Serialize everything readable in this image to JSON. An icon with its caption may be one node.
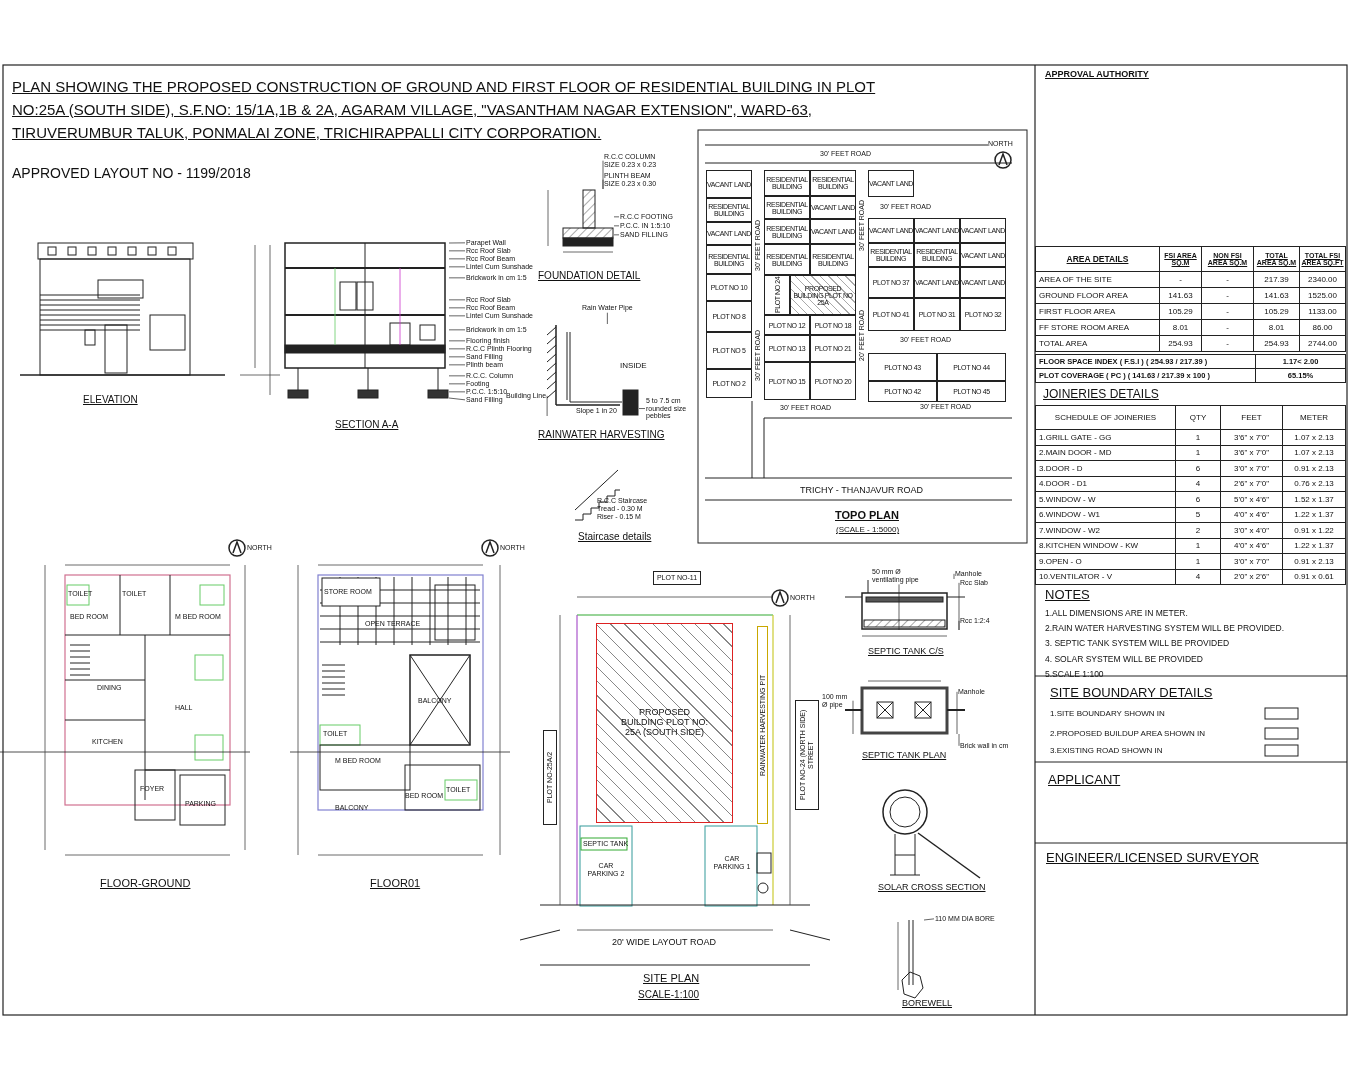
{
  "diagram": {
    "title": "PLAN SHOWING THE PROPOSED CONSTRUCTION OF GROUND AND FIRST FLOOR  OF RESIDENTIAL BUILDING IN PLOT NO:25A (SOUTH SIDE), S.F.NO: 15/1A,1B & 2A, AGARAM VILLAGE, \"VASANTHAM NAGAR EXTENSION\",  WARD-63, TIRUVERUMBUR TALUK, PONMALAI ZONE, TRICHIRAPPALLI CITY CORPORATION.",
    "nodes": [
      {
        "text": [
          "Parapet Wall"
        ]
      },
      {
        "text": [
          "Rcc Roof Slab"
        ]
      },
      {
        "text": [
          "Rcc Roof Beam"
        ]
      },
      {
        "text": [
          "Lintel Cum Sunshade"
        ]
      },
      {
        "text": [
          "Brickwork in cm 1:5"
        ]
      },
      {
        "text": [
          "Rcc Roof Slab"
        ]
      },
      {
        "text": [
          "Rcc Roof Beam"
        ]
      },
      {
        "text": [
          "Lintel Cum Sunshade"
        ]
      },
      {
        "text": [
          "Brickwork in cm 1:5"
        ]
      },
      {
        "text": [
          "Flooring finish"
        ]
      },
      {
        "text": [
          "R.C.C Plinth Flooring"
        ]
      },
      {
        "text": [
          "Sand Filling"
        ]
      },
      {
        "text": [
          "Plinth beam"
        ]
      },
      {
        "text": [
          "R.C.C. Column"
        ]
      },
      {
        "text": [
          "Footing"
        ]
      },
      {
        "text": [
          "P.C.C. 1:5:10"
        ]
      },
      {
        "text": [
          "Sand Filling"
        ]
      },
      {
        "text": [
          "R.C.C COLUMN SIZE 0.23 x 0.23"
        ]
      },
      {
        "text": [
          "PLINTH BEAM SIZE 0.23 x 0.30"
        ]
      },
      {
        "text": [
          "R.C.C FOOTING"
        ]
      },
      {
        "text": [
          "P.C.C. IN 1:5:10"
        ]
      },
      {
        "text": [
          "SAND FILLING"
        ]
      },
      {
        "text": [
          "Rain Water Pipe"
        ]
      },
      {
        "text": [
          "Building Line"
        ]
      },
      {
        "text": [
          "5 to 7.5 cm rounded size pebbles"
        ]
      },
      {
        "text": [
          "Manhole"
        ]
      },
      {
        "text": [
          "Rcc Slab"
        ]
      },
      {
        "text": [
          "Rcc 1:2:4"
        ]
      },
      {
        "text": [
          "50 mm Ø ventilating pipe"
        ]
      },
      {
        "text": [
          "Manhole"
        ]
      },
      {
        "text": [
          "100 mm Ø pipe"
        ]
      },
      {
        "text": [
          "Brick wall in cm"
        ]
      },
      {
        "text": [
          "110 MM DIA BORE"
        ]
      },
      {
        "text": [
          "PLOT NO-11"
        ]
      },
      {
        "text": [
          "PROPOSED BUILDING PLOT NO: 25A (SOUTH SIDE)"
        ]
      },
      {
        "text": [
          "RAINWATER HARVESTING PIT"
        ]
      },
      {
        "text": [
          "PLOT NO-25A/2"
        ]
      },
      {
        "text": [
          "PLOT NO-24 (NORTH SIDE) STREET"
        ]
      },
      {
        "text": [
          "VACANT LAND"
        ]
      },
      {
        "text": [
          "RESIDENTIAL BUILDING"
        ]
      },
      {
        "text": [
          "VACANT LAND"
        ]
      },
      {
        "text": [
          "RESIDENTIAL BUILDING"
        ]
      },
      {
        "text": [
          "PLOT NO 10"
        ]
      },
      {
        "text": [
          "PLOT NO 8"
        ]
      },
      {
        "text": [
          "PLOT NO 5"
        ]
      },
      {
        "text": [
          "PLOT NO 2"
        ]
      },
      {
        "text": [
          "RESIDENTIAL BUILDING"
        ]
      },
      {
        "text": [
          "RESIDENTIAL BUILDING"
        ]
      },
      {
        "text": [
          "RESIDENTIAL BUILDING"
        ]
      },
      {
        "text": [
          "VACANT LAND"
        ]
      },
      {
        "text": [
          "RESIDENTIAL BUILDING"
        ]
      },
      {
        "text": [
          "VACANT LAND"
        ]
      },
      {
        "text": [
          "RESIDENTIAL BUILDING"
        ]
      },
      {
        "text": [
          "RESIDENTIAL BUILDING"
        ]
      },
      {
        "text": [
          "PLOT NO 24"
        ]
      },
      {
        "text": [
          "PROPOSED BUILDING PLOT NO 25A"
        ]
      },
      {
        "text": [
          "PLOT NO 12"
        ]
      },
      {
        "text": [
          "PLOT NO 18"
        ]
      },
      {
        "text": [
          "PLOT NO 13"
        ]
      },
      {
        "text": [
          "PLOT NO 21"
        ]
      },
      {
        "text": [
          "PLOT NO 15"
        ]
      },
      {
        "text": [
          "PLOT NO 20"
        ]
      },
      {
        "text": [
          "VACANT LAND"
        ]
      },
      {
        "text": [
          "VACANT LAND"
        ]
      },
      {
        "text": [
          "VACANT LAND"
        ]
      },
      {
        "text": [
          "VACANT LAND"
        ]
      },
      {
        "text": [
          "RESIDENTIAL BUILDING"
        ]
      },
      {
        "text": [
          "RESIDENTIAL BUILDING"
        ]
      },
      {
        "text": [
          "VACANT LAND"
        ]
      },
      {
        "text": [
          "PLOT NO 37"
        ]
      },
      {
        "text": [
          "VACANT LAND"
        ]
      },
      {
        "text": [
          "VACANT LAND"
        ]
      },
      {
        "text": [
          "PLOT NO 41"
        ]
      },
      {
        "text": [
          "PLOT NO 31"
        ]
      },
      {
        "text": [
          "PLOT NO 32"
        ]
      },
      {
        "text": [
          "PLOT NO 43"
        ]
      },
      {
        "text": [
          "PLOT NO 44"
        ]
      },
      {
        "text": [
          "PLOT NO 42"
        ]
      },
      {
        "text": [
          "PLOT NO 45"
        ]
      },
      {
        "text": [],
        "shape": "picture"
      },
      {
        "text": [],
        "shape": "picture"
      },
      {
        "text": [],
        "shape": "picture"
      },
      {
        "text": [],
        "shape": "picture"
      },
      {
        "text": [],
        "shape": "picture"
      },
      {
        "text": [],
        "shape": "picture"
      }
    ],
    "edges": [
      {
        "from": 0,
        "to": 79,
        "arrow": "none"
      },
      {
        "from": 1,
        "to": 79,
        "arrow": "none"
      },
      {
        "from": 2,
        "to": 79,
        "arrow": "none"
      },
      {
        "from": 3,
        "to": 79,
        "arrow": "none"
      },
      {
        "from": 4,
        "to": 79,
        "arrow": "none"
      },
      {
        "from": 5,
        "to": 79,
        "arrow": "none"
      },
      {
        "from": 6,
        "to": 79,
        "arrow": "none"
      },
      {
        "from": 7,
        "to": 79,
        "arrow": "none"
      },
      {
        "from": 8,
        "to": 79,
        "arrow": "none"
      },
      {
        "from": 9,
        "to": 79,
        "arrow": "none"
      },
      {
        "from": 10,
        "to": 79,
        "arrow": "none"
      },
      {
        "from": 11,
        "to": 79,
        "arrow": "none"
      },
      {
        "from": 12,
        "to": 79,
        "arrow": "none"
      },
      {
        "from": 13,
        "to": 79,
        "arrow": "none"
      },
      {
        "from": 14,
        "to": 79,
        "arrow": "none"
      },
      {
        "from": 15,
        "to": 79,
        "arrow": "none"
      },
      {
        "from": 16,
        "to": 79,
        "arrow": "none"
      },
      {
        "from": 17,
        "to": 80,
        "arrow": "none"
      },
      {
        "from": 18,
        "to": 80,
        "arrow": "none"
      },
      {
        "from": 19,
        "to": 80,
        "arrow": "none"
      },
      {
        "from": 20,
        "to": 80,
        "arrow": "none"
      },
      {
        "from": 21,
        "to": 80,
        "arrow": "none"
      },
      {
        "from": 22,
        "to": 81,
        "arrow": "none"
      },
      {
        "from": 23,
        "to": 81,
        "arrow": "none"
      },
      {
        "from": 24,
        "to": 81,
        "arrow": "none"
      },
      {
        "from": 25,
        "to": 82,
        "arrow": "none"
      },
      {
        "from": 26,
        "to": 82,
        "arrow": "none"
      },
      {
        "from": 27,
        "to": 82,
        "arrow": "none"
      },
      {
        "from": 28,
        "to": 82,
        "arrow": "none"
      },
      {
        "from": 29,
        "to": 83,
        "arrow": "none"
      },
      {
        "from": 30,
        "to": 83,
        "arrow": "none"
      },
      {
        "from": 31,
        "to": 83,
        "arrow": "none"
      },
      {
        "from": 32,
        "to": 84,
        "arrow": "none"
      }
    ],
    "labels": [
      "APPROVED LAYOUT NO - 1199/2018",
      "ELEVATION",
      "SECTION A-A",
      "FOUNDATION DETAIL",
      "RAINWATER HARVESTING",
      "Staircase details",
      "TOPO PLAN",
      "(SCALE - 1:5000)",
      "FLOOR-GROUND",
      "FLOOR01",
      "SITE PLAN",
      "SCALE-1:100",
      "SEPTIC TANK C/S",
      "SEPTIC TANK PLAN",
      "SOLAR CROSS SECTION",
      "BOREWELL",
      "APPROVAL AUTHORITY",
      "AREA DETAILS",
      "FSI AREA SQ.M",
      "NON FSI AREA SQ.M",
      "TOTAL AREA SQ.M",
      "TOTAL FSI AREA SQ.FT",
      "AREA OF THE SITE",
      "-",
      "-",
      "217.39",
      "2340.00",
      "GROUND FLOOR AREA",
      "141.63",
      "-",
      "141.63",
      "1525.00",
      "FIRST FLOOR AREA",
      "105.29",
      "-",
      "105.29",
      "1133.00",
      "FF STORE ROOM AREA",
      "8.01",
      "-",
      "8.01",
      "86.00",
      "TOTAL  AREA",
      "254.93",
      "-",
      "254.93",
      "2744.00",
      "FLOOR SPACE INDEX ( F.S.I )   ( 254.93 / 217.39 )",
      "1.17< 2.00",
      "PLOT COVERAGE ( PC )   ( 141.63 / 217.39 x 100 )",
      "65.15%",
      "JOINERIES DETAILS",
      "SCHEDULE OF JOINERIES",
      "QTY",
      "FEET",
      "METER",
      "1.GRILL GATE - GG",
      "1",
      "3'6\" x 7'0\"",
      "1.07 x 2.13",
      "2.MAIN DOOR - MD",
      "1",
      "3'6\" x 7'0\"",
      "1.07 x 2.13",
      "3.DOOR - D",
      "6",
      "3'0\" x 7'0\"",
      "0.91 x 2.13",
      "4.DOOR - D1",
      "4",
      "2'6\" x 7'0\"",
      "0.76 x 2.13",
      "5.WINDOW - W",
      "6",
      "5'0\" x 4'6\"",
      "1.52 x 1.37",
      "6.WINDOW - W1",
      "5",
      "4'0\" x 4'6\"",
      "1.22 x 1.37",
      "7.WINDOW - W2",
      "2",
      "3'0\" x 4'0\"",
      "0.91 x 1.22",
      "8.KITCHEN WINDOW - KW",
      "1",
      "4'0\" x 4'6\"",
      "1.22 x 1.37",
      "9.OPEN - O",
      "1",
      "3'0\" x 7'0\"",
      "0.91 x 2.13",
      "10.VENTILATOR - V",
      "4",
      "2'0\" x 2'6\"",
      "0.91 x 0.61",
      "NOTES",
      "1.ALL DIMENSIONS ARE IN METER.",
      "2.RAIN WATER HARVESTING SYSTEM WILL BE PROVIDED.",
      "3. SEPTIC TANK SYSTEM WILL BE PROVIDED",
      "4. SOLAR  SYSTEM WILL BE PROVIDED",
      "5.SCALE 1:100",
      "SITE BOUNDARY DETAILS",
      "1.SITE BOUNDARY SHOWN IN",
      "2.PROPOSED BUILDUP AREA SHOWN IN",
      "3.EXISTING ROAD  SHOWN IN",
      "APPLICANT",
      "ENGINEER/LICENSED SURVEYOR",
      "TOILET",
      "TOILET",
      "BED ROOM",
      "M BED ROOM",
      "DINING",
      "HALL",
      "KITCHEN",
      "FOYER",
      "PARKING",
      "STORE ROOM",
      "OPEN TERRACE",
      "BALCONY",
      "TOILET",
      "M BED ROOM",
      "BALCONY",
      "BED ROOM",
      "TOILET",
      "20' WIDE LAYOUT ROAD",
      "CAR PARKING 1",
      "CAR PARKING 2",
      "SEPTIC TANK",
      "30' FEET ROAD",
      "30' FEET ROAD",
      "30' FEET ROAD",
      "30' FEET ROAD",
      "30' FEET ROAD",
      "30' FEET ROAD",
      "20' FEET ROAD",
      "30' FEET ROAD",
      "30' FEET ROAD",
      "TRICHY - THANJAVUR ROAD",
      "NORTH",
      "NORTH",
      "NORTH",
      "NORTH",
      "INSIDE",
      "Slope 1 in 20",
      "R.C.C Staircase",
      "Tread - 0.30 M",
      "Riser - 0.15 M"
    ]
  }
}
